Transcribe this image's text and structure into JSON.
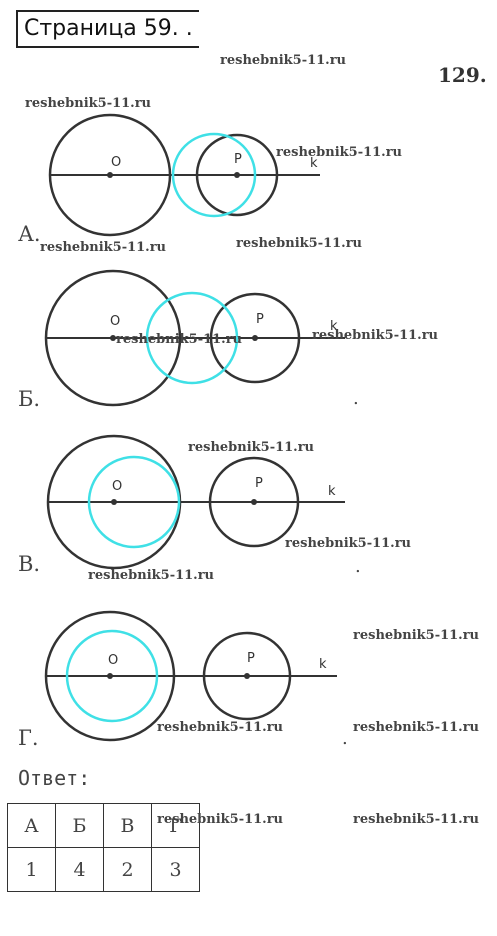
{
  "header": {
    "page_label": "Страница 59. .",
    "problem_number": "129."
  },
  "watermark": "reshebnik5-11.ru",
  "labels": {
    "center_o": "O",
    "center_p": "P",
    "line_k": "k"
  },
  "variants": [
    {
      "letter": "А."
    },
    {
      "letter": "Б."
    },
    {
      "letter": "В."
    },
    {
      "letter": "Г."
    }
  ],
  "answer": {
    "title": "Ответ:",
    "row_headers": [
      "А",
      "Б",
      "В",
      "Г"
    ],
    "row_values": [
      "1",
      "4",
      "2",
      "3"
    ]
  },
  "colors": {
    "dark_circle": "#333333",
    "cyan_circle": "#3fe0e6"
  }
}
